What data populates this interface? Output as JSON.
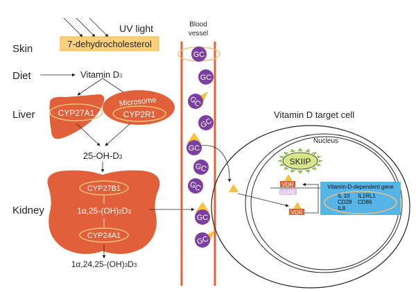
{
  "labels": {
    "skin": "Skin",
    "diet": "Diet",
    "liver": "Liver",
    "kidney": "Kidney"
  },
  "uv_light": "UV light",
  "precursor": "7-dehydrocholesterol",
  "vitamin_d3": {
    "main": "Vitamin D",
    "sub": "3"
  },
  "liver_enzyme": "CYP27A1",
  "microsome": {
    "label": "Microsome",
    "enzyme": "CYP2R1"
  },
  "calcidiol": {
    "main": "25-OH-D",
    "sub": "3"
  },
  "kidney_enzyme_1": "CYP27B1",
  "calcitriol": {
    "p1": "1α,25-(OH)",
    "s1": "2",
    "p2": "D",
    "s2": "3"
  },
  "kidney_enzyme_2": "CYP24A1",
  "inactive": {
    "p1": "1α,24,25-(OH)",
    "s1": "3",
    "p2": "D",
    "s2": "3"
  },
  "blood_vessel": {
    "line1": "Blood",
    "line2": "vessel"
  },
  "carrier": "GC",
  "target_cell": "Vitamin D target cell",
  "nucleus": "Nucleus",
  "skiip": "SKIIP",
  "vdr": "VDR",
  "vdre": "VDRE",
  "gene_box": {
    "title": "Vitamin-D-dependent gene",
    "genes": [
      "IL 10",
      "IL1RL1",
      "CD28",
      "CD86",
      "IL8"
    ]
  },
  "colors": {
    "organ": "#e1603a",
    "gc": "#7b3fa0",
    "vitamin": "#f5c242",
    "gene_box": "#56b4e6",
    "ring": "#f0c27a",
    "skiip": "#d8e68a",
    "vdre": "#d8c1e4"
  }
}
